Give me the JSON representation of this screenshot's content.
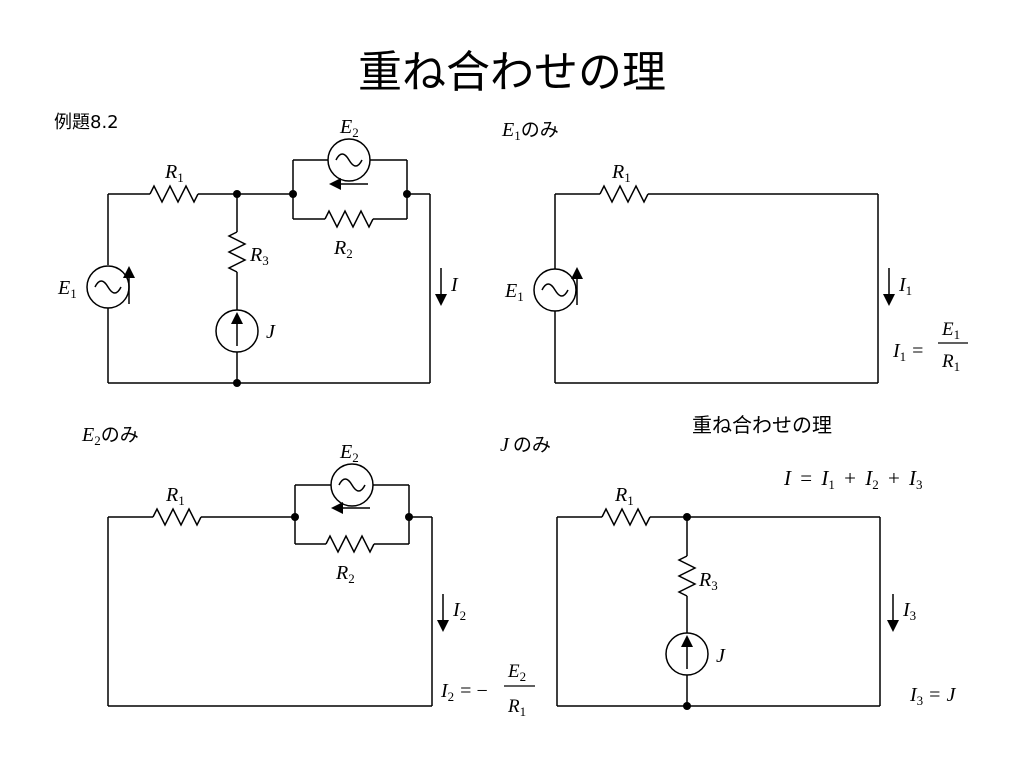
{
  "title": "重ね合わせの理",
  "example_label": "例題8.2",
  "panels": {
    "full": {
      "labels": {
        "E1": "E",
        "E1_sub": "1",
        "E2": "E",
        "E2_sub": "2",
        "R1": "R",
        "R1_sub": "1",
        "R2": "R",
        "R2_sub": "2",
        "R3": "R",
        "R3_sub": "3",
        "J": "J",
        "I": "I"
      }
    },
    "e1_only": {
      "heading_var": "E",
      "heading_sub": "1",
      "heading_suffix": "のみ",
      "labels": {
        "R1": "R",
        "R1_sub": "1",
        "E1": "E",
        "E1_sub": "1",
        "I1": "I",
        "I1_sub": "1"
      },
      "equation": {
        "lhs": "I",
        "lhs_sub": "1",
        "eq": "=",
        "num": "E",
        "num_sub": "1",
        "den": "R",
        "den_sub": "1"
      }
    },
    "e2_only": {
      "heading_var": "E",
      "heading_sub": "2",
      "heading_suffix": "のみ",
      "labels": {
        "R1": "R",
        "R1_sub": "1",
        "E2": "E",
        "E2_sub": "2",
        "R2": "R",
        "R2_sub": "2",
        "I2": "I",
        "I2_sub": "2"
      },
      "equation": {
        "lhs": "I",
        "lhs_sub": "2",
        "eq": "= −",
        "num": "E",
        "num_sub": "2",
        "den": "R",
        "den_sub": "1"
      }
    },
    "j_only": {
      "heading_var": "J",
      "heading_suffix": "のみ",
      "labels": {
        "R1": "R",
        "R1_sub": "1",
        "R3": "R",
        "R3_sub": "3",
        "J": "J",
        "I3": "I",
        "I3_sub": "3"
      },
      "equation": {
        "lhs": "I",
        "lhs_sub": "3",
        "eq": "=",
        "rhs": "J"
      }
    }
  },
  "superposition": {
    "heading": "重ね合わせの理",
    "eq_I": "I",
    "eq_eq": "=",
    "eq_I1": "I",
    "eq_I1_sub": "1",
    "eq_plus1": "+",
    "eq_I2": "I",
    "eq_I2_sub": "2",
    "eq_plus2": "+",
    "eq_I3": "I",
    "eq_I3_sub": "3"
  }
}
